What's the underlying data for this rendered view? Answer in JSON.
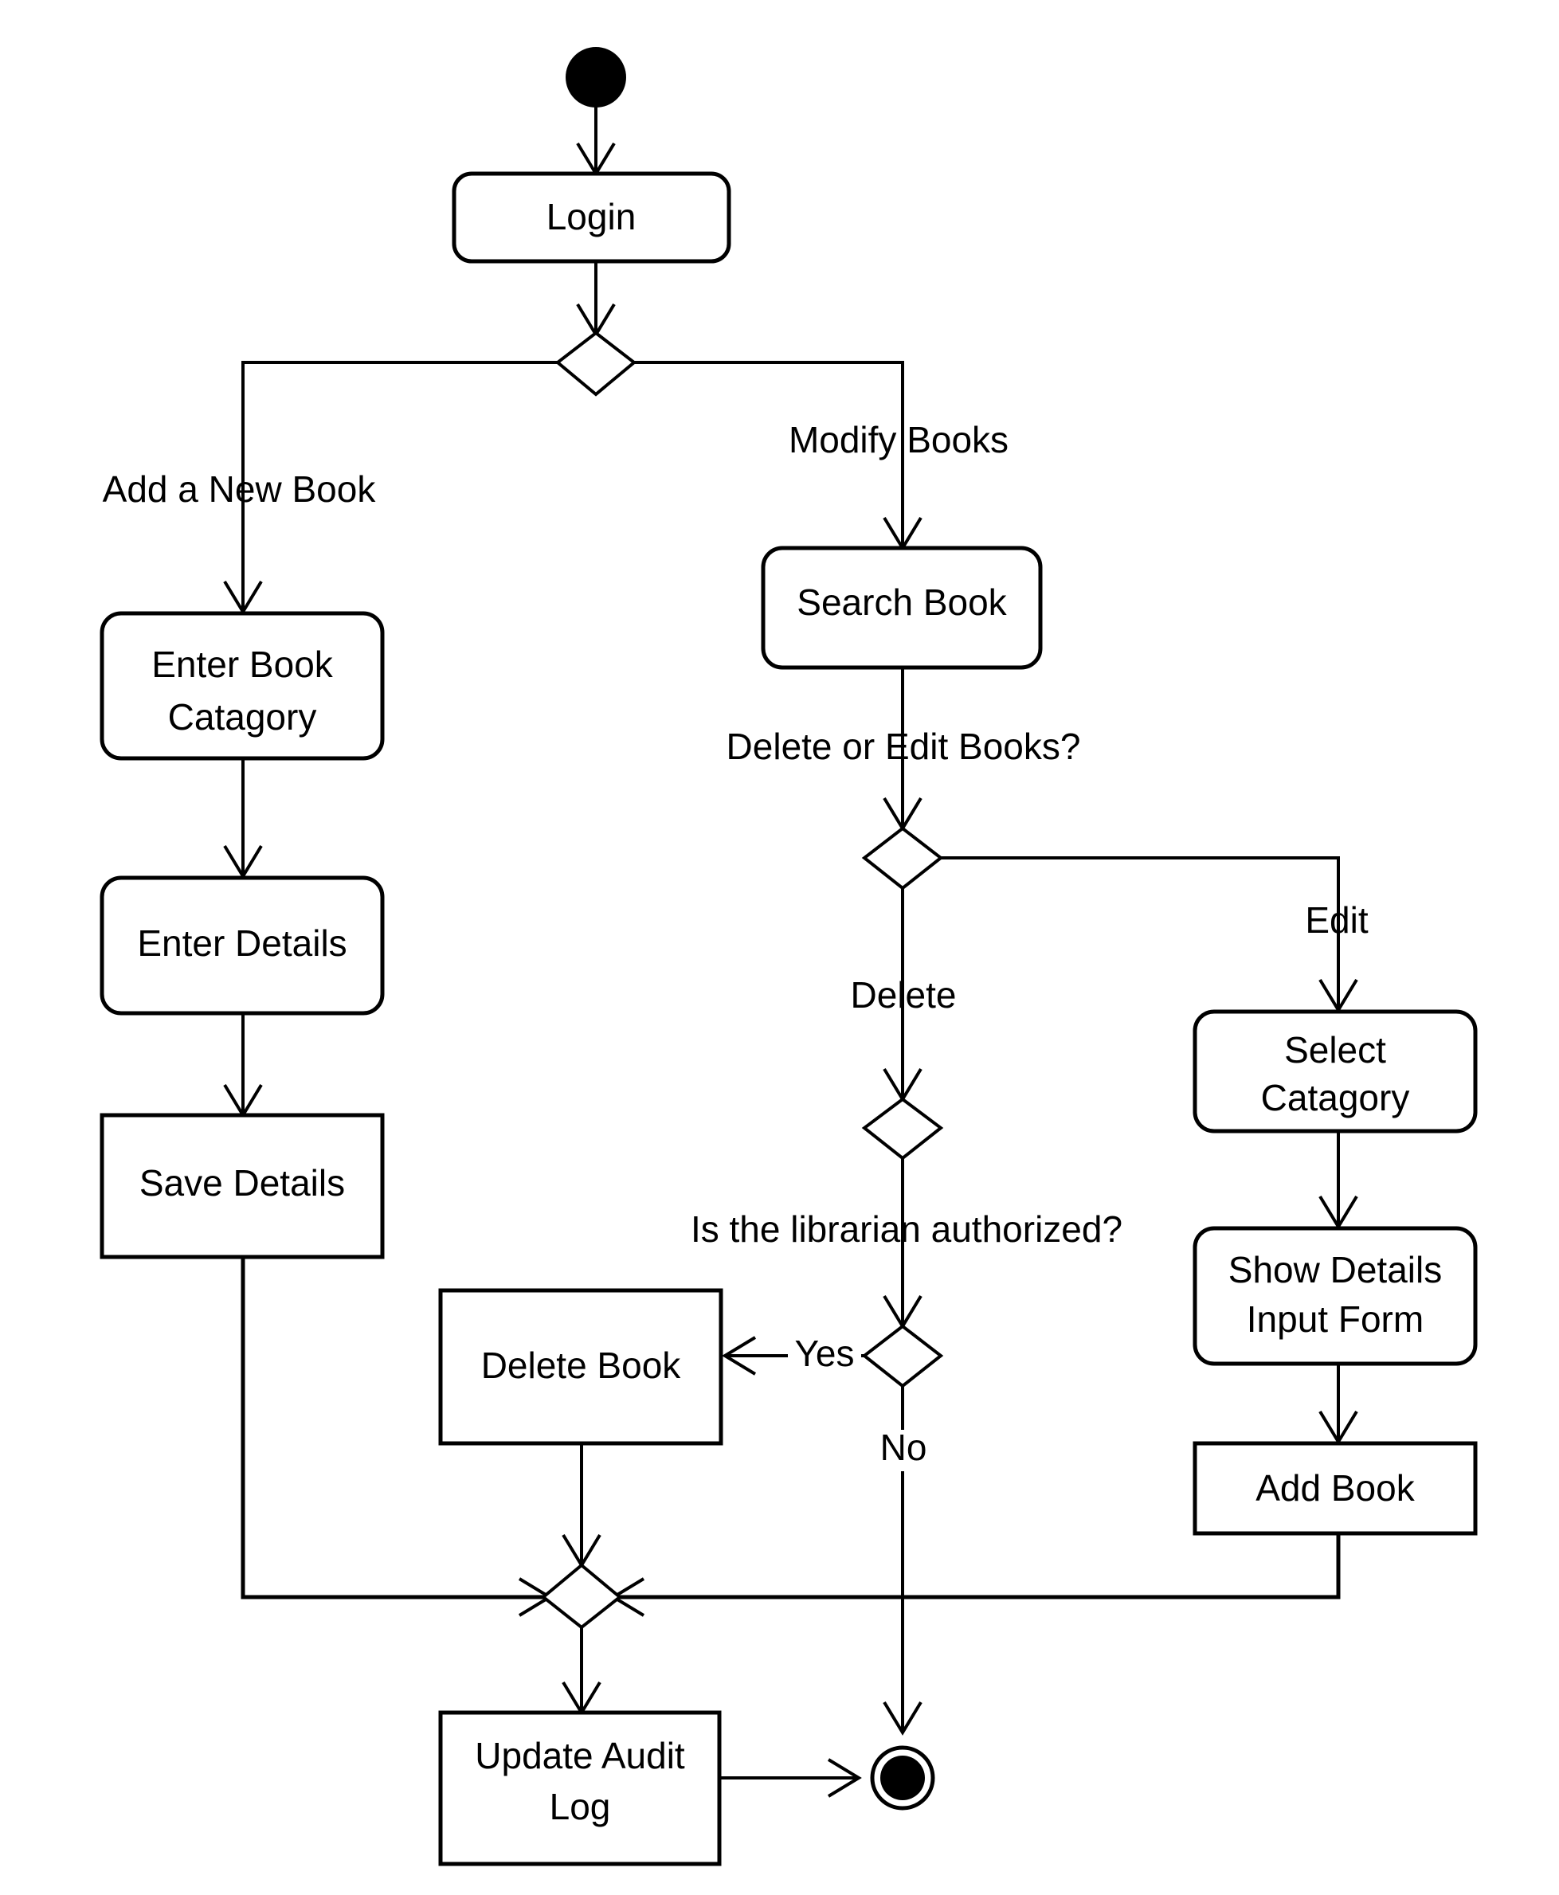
{
  "diagram": {
    "type": "uml-activity-diagram",
    "title": "Library Book Management Activity Diagram",
    "nodes": {
      "start": {
        "kind": "initial-node",
        "label": ""
      },
      "login": {
        "kind": "action-rounded",
        "label": "Login"
      },
      "decision_main": {
        "kind": "decision",
        "label": ""
      },
      "enter_book_catagory": {
        "kind": "action-rounded",
        "label_line1": "Enter Book",
        "label_line2": "Catagory"
      },
      "enter_details": {
        "kind": "action-rounded",
        "label": "Enter Details"
      },
      "save_details": {
        "kind": "action-square",
        "label": "Save Details"
      },
      "search_book": {
        "kind": "action-rounded",
        "label": "Search Book"
      },
      "decision_delete_edit": {
        "kind": "decision",
        "label": ""
      },
      "decision_delete": {
        "kind": "decision",
        "label": ""
      },
      "decision_auth": {
        "kind": "decision",
        "label": ""
      },
      "delete_book": {
        "kind": "action-square",
        "label": "Delete Book"
      },
      "select_catagory": {
        "kind": "action-rounded",
        "label_line1": "Select",
        "label_line2": "Catagory"
      },
      "show_details_input_form": {
        "kind": "action-rounded",
        "label_line1": "Show Details",
        "label_line2": "Input Form"
      },
      "add_book": {
        "kind": "action-square",
        "label": "Add Book"
      },
      "merge": {
        "kind": "merge",
        "label": ""
      },
      "update_audit_log": {
        "kind": "action-square",
        "label_line1": "Update Audit",
        "label_line2": "Log"
      },
      "end": {
        "kind": "final-node",
        "label": ""
      }
    },
    "edge_labels": {
      "add_a_new_book": "Add a New Book",
      "modify_books": "Modify Books",
      "delete_or_edit_books": "Delete or Edit Books?",
      "delete": "Delete",
      "edit": "Edit",
      "is_librarian_authorized": "Is the librarian authorized?",
      "yes": "Yes",
      "no": "No"
    },
    "colors": {
      "stroke": "#000000",
      "fill": "#ffffff",
      "background": "#ffffff"
    }
  }
}
